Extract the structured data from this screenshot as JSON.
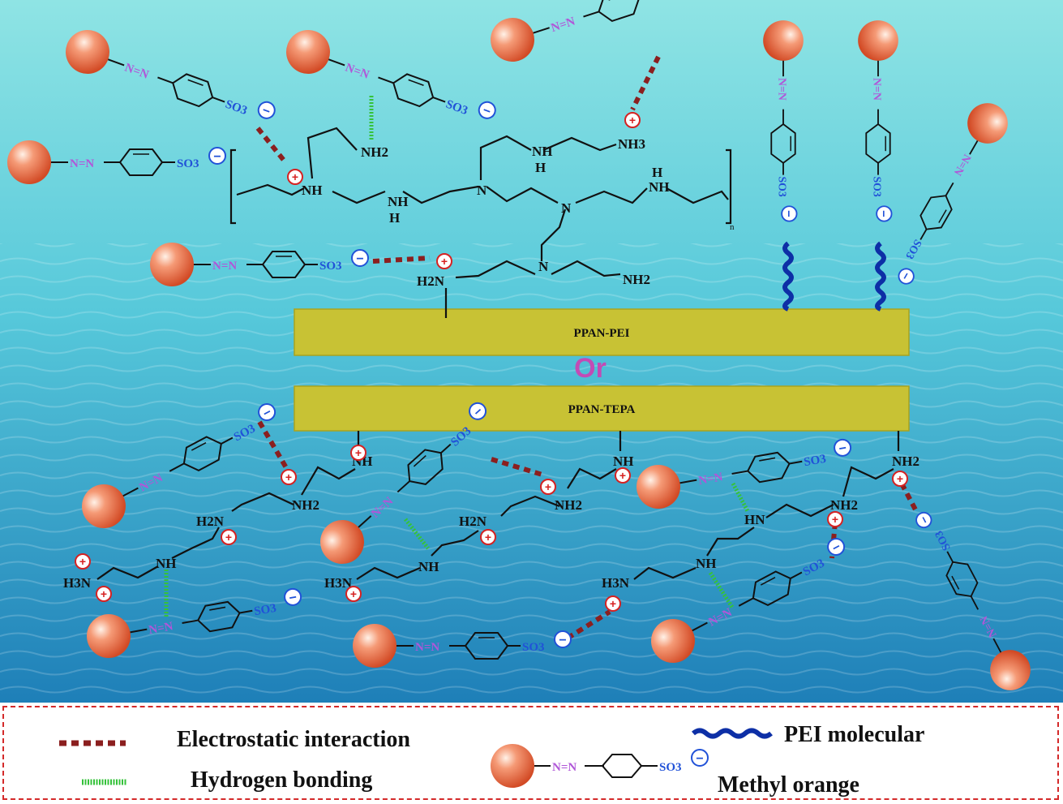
{
  "upper_bar_label": "PPAN-PEI",
  "or_label": "Or",
  "lower_bar_label": "PPAN-TEPA",
  "chem": {
    "azo": "N=N",
    "sulfonate": "SO3",
    "minus": "−",
    "plus": "+",
    "nh": "NH",
    "nh2": "NH2",
    "nh3": "NH3",
    "h2n": "H2N",
    "h3n": "H3N",
    "hn": "HN",
    "n": "N",
    "h": "H",
    "n_subscript": "n"
  },
  "legend": {
    "electrostatic": "Electrostatic interaction",
    "hydrogen_bonding": "Hydrogen bonding",
    "pei_molecular": "PEI molecular",
    "methyl_orange": "Methyl orange"
  },
  "colors": {
    "sea_light": "#8fe4e4",
    "sea_mid": "#4fc3d6",
    "sea_deep": "#1e7fb8",
    "bar": "#c8c234",
    "bar_edge": "#a9a31f",
    "sphere": "#ee6a45",
    "azo": "#b057d8",
    "sulfonate": "#2152d8",
    "electrostatic": "#8b1f1f",
    "hbond": "#35c23a",
    "pei_wave": "#0d2fa6",
    "charge": "#d62222",
    "legend_border": "#d42a2a"
  }
}
